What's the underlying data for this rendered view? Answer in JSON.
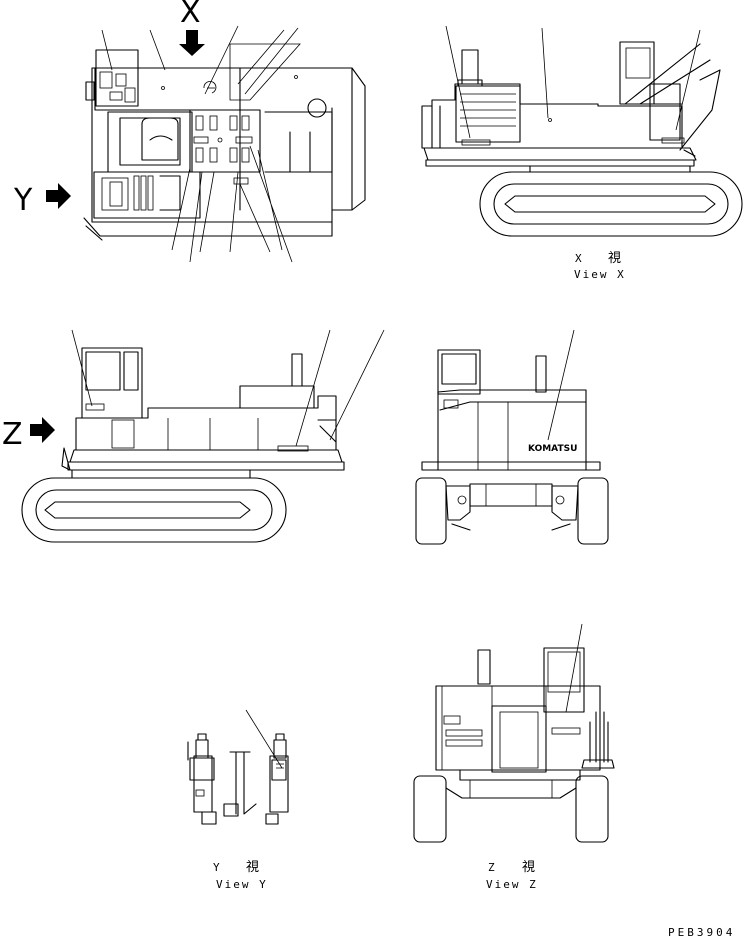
{
  "markers": {
    "x": "X",
    "y": "Y",
    "z": "Z"
  },
  "views": {
    "x": {
      "kanji_letter": "X",
      "kanji": "視",
      "caption": "View X"
    },
    "y": {
      "kanji_letter": "Y",
      "kanji": "視",
      "caption": "View Y"
    },
    "z": {
      "kanji_letter": "Z",
      "kanji": "視",
      "caption": "View Z"
    }
  },
  "brand": "KOMATSU",
  "drawing_code": "PEB3904"
}
